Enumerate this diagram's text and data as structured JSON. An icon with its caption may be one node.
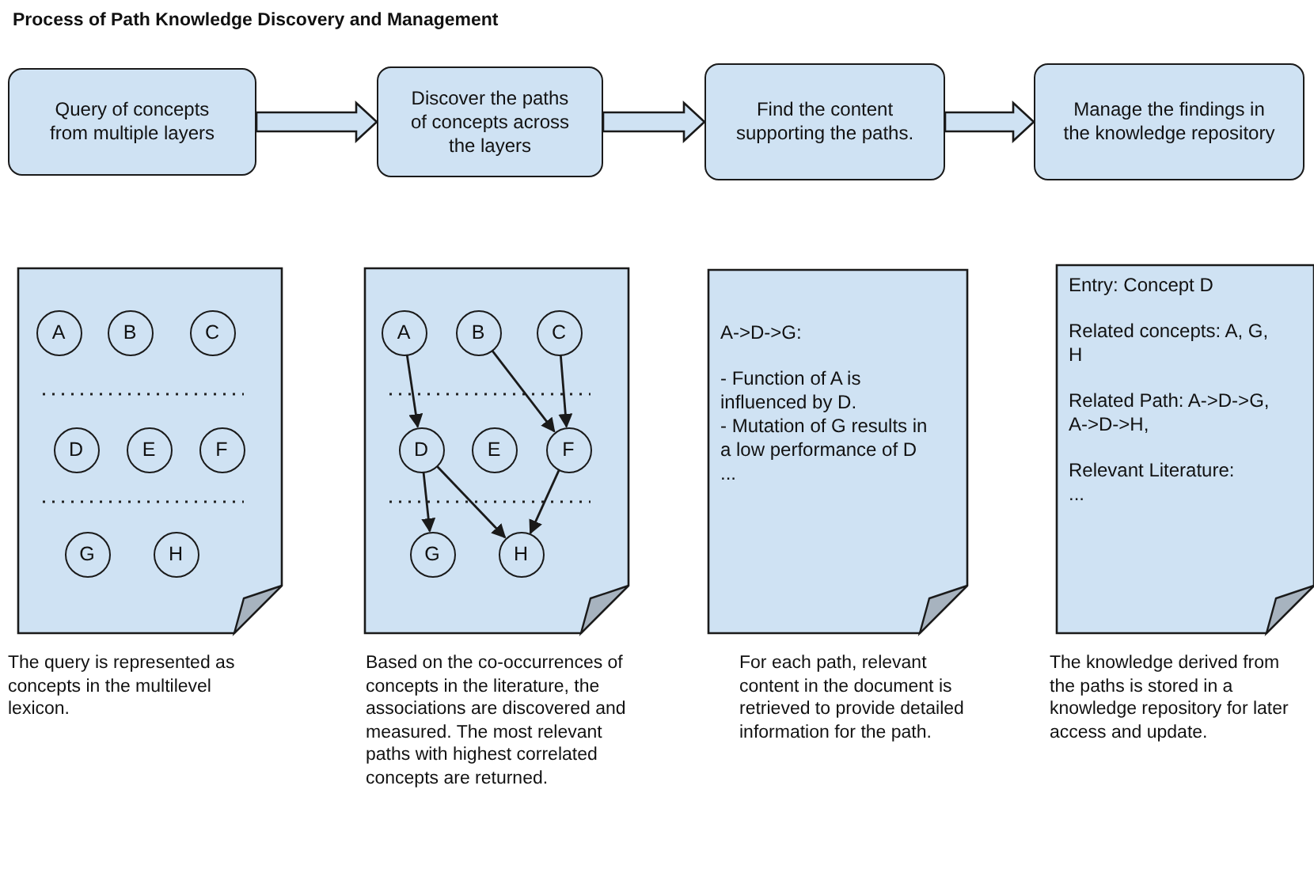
{
  "diagram": {
    "title": "Process of Path Knowledge Discovery and Management",
    "nodes": [
      {
        "text": [
          "Query of concepts from multiple layers"
        ]
      },
      {
        "text": [
          "Discover the paths of concepts across the layers"
        ]
      },
      {
        "text": [
          "Find the content supporting the paths."
        ]
      },
      {
        "text": [
          "Manage the findings in the knowledge repository"
        ]
      },
      {
        "text": [],
        "shape": "document",
        "beside": [
          "The query is represented as concepts in the multilevel lexicon."
        ]
      },
      {
        "text": [
          "A"
        ],
        "in": 4
      },
      {
        "text": [
          "B"
        ],
        "in": 4
      },
      {
        "text": [
          "C"
        ],
        "in": 4
      },
      {
        "text": [
          "D"
        ],
        "in": 4
      },
      {
        "text": [
          "E"
        ],
        "in": 4
      },
      {
        "text": [
          "F"
        ],
        "in": 4
      },
      {
        "text": [
          "G"
        ],
        "in": 4
      },
      {
        "text": [
          "H"
        ],
        "in": 4
      },
      {
        "text": [],
        "shape": "document",
        "beside": [
          "Based on the co-occurrences of concepts in the literature, the associations are discovered and measured. The most relevant paths with highest correlated concepts are returned."
        ]
      },
      {
        "text": [
          "A"
        ],
        "in": 13
      },
      {
        "text": [
          "B"
        ],
        "in": 13
      },
      {
        "text": [
          "C"
        ],
        "in": 13
      },
      {
        "text": [
          "D"
        ],
        "in": 13
      },
      {
        "text": [
          "E"
        ],
        "in": 13
      },
      {
        "text": [
          "F"
        ],
        "in": 13
      },
      {
        "text": [
          "G"
        ],
        "in": 13
      },
      {
        "text": [
          "H"
        ],
        "in": 13
      },
      {
        "text": [
          "A->D->G:",
          "- Function of A is influenced by D.",
          "- Mutation of G results in a low performance of D",
          "..."
        ],
        "beside": [
          "For each path, relevant content in the document is retrieved to provide detailed information for the path."
        ]
      },
      {
        "text": [
          "Entry: Concept D",
          "Related concepts: A, G, H",
          "Related Path: A->D->G, A->D->H,",
          "Relevant Literature:",
          "..."
        ],
        "beside": [
          "The knowledge derived from the paths is stored in a knowledge repository for later access and update."
        ]
      }
    ],
    "edges": [
      {
        "from": 0,
        "to": 1,
        "arrow": "to",
        "style": "thick"
      },
      {
        "from": 1,
        "to": 2,
        "arrow": "to",
        "style": "thick"
      },
      {
        "from": 2,
        "to": 3,
        "arrow": "to",
        "style": "thick"
      },
      {
        "from": 14,
        "to": 17,
        "arrow": "to"
      },
      {
        "from": 15,
        "to": 19,
        "arrow": "to"
      },
      {
        "from": 16,
        "to": 19,
        "arrow": "to"
      },
      {
        "from": 17,
        "to": 20,
        "arrow": "to"
      },
      {
        "from": 17,
        "to": 21,
        "arrow": "to"
      },
      {
        "from": 19,
        "to": 21,
        "arrow": "to"
      }
    ]
  }
}
